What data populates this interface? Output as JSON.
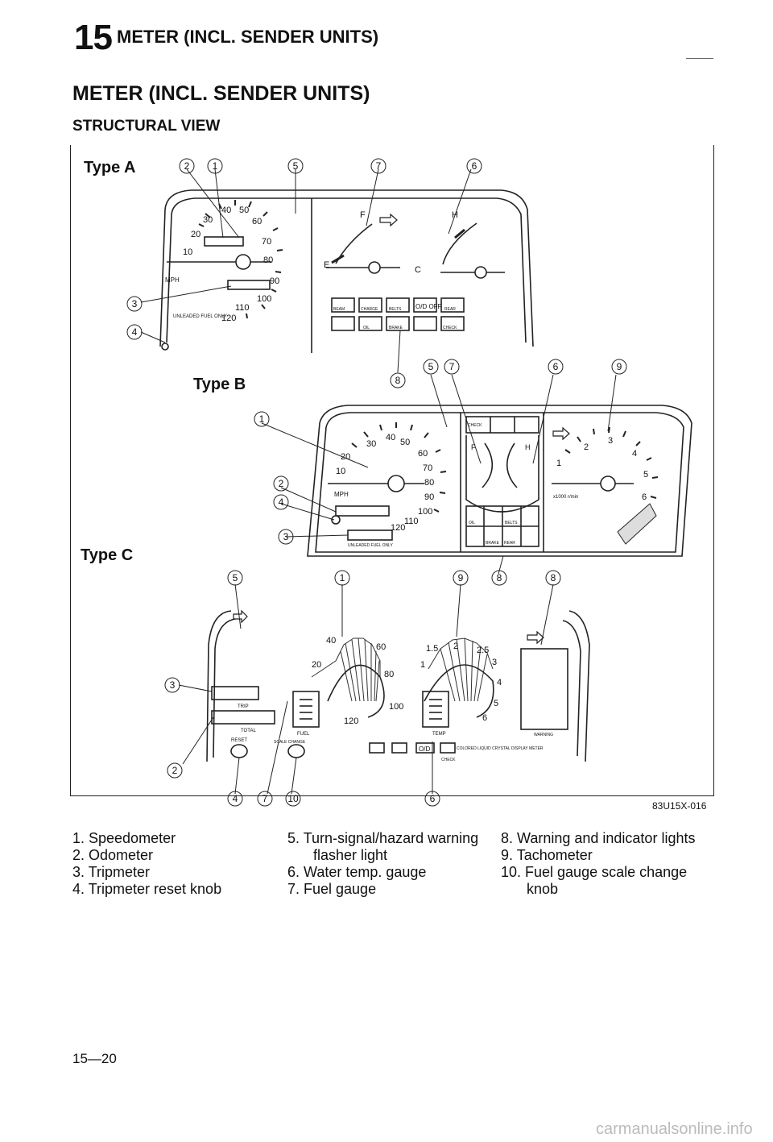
{
  "header": {
    "section_number": "15",
    "section_title": "METER (INCL. SENDER UNITS)"
  },
  "title": "METER (INCL. SENDER UNITS)",
  "subtitle": "STRUCTURAL VIEW",
  "diagram": {
    "type_a_label": "Type A",
    "type_b_label": "Type B",
    "type_c_label": "Type C",
    "figure_code": "83U15X-016",
    "speedo_numbers": [
      "10",
      "20",
      "30",
      "40",
      "50",
      "60",
      "70",
      "80",
      "90",
      "100",
      "110",
      "120"
    ],
    "mph_label": "MPH",
    "unleaded_label": "UNLEADED FUEL ONLY",
    "temp_labels": [
      "H",
      "C"
    ],
    "fuel_labels": [
      "F",
      "E"
    ],
    "tacho_numbers": [
      "1",
      "2",
      "3",
      "4",
      "5",
      "6"
    ],
    "tacho_unit": "x1000 r/min",
    "indicators_row1": [
      "BEAM",
      "CHARGE",
      "BELTS",
      "O/D OFF",
      "REAR"
    ],
    "indicators_row2": [
      "OIL",
      "BRAKE",
      "CHECK"
    ],
    "type_c_speed_numbers": [
      "20",
      "40",
      "60",
      "80",
      "100",
      "120"
    ],
    "type_c_tacho_numbers": [
      "1",
      "1.5",
      "2",
      "2.5",
      "3",
      "4",
      "5",
      "6"
    ],
    "type_c_labels": {
      "trip": "TRIP",
      "total": "TOTAL",
      "reset": "RESET",
      "scale_change": "SCALE CHANGE",
      "fuel": "FUEL",
      "temp": "TEMP",
      "lcd": "COLORED LIQUID CRYSTAL DISPLAY METER",
      "warning": "WARNING",
      "od_off": "O/D",
      "check": "CHECK"
    },
    "callouts": [
      "1",
      "2",
      "3",
      "4",
      "5",
      "6",
      "7",
      "8",
      "9",
      "10"
    ]
  },
  "legend": {
    "col1": [
      "1. Speedometer",
      "2. Odometer",
      "3. Tripmeter",
      "4. Tripmeter reset knob"
    ],
    "col2": [
      "5. Turn-signal/hazard warning",
      "flasher light",
      "6. Water temp. gauge",
      "7. Fuel gauge"
    ],
    "col3": [
      "8. Warning and indicator lights",
      "9. Tachometer",
      "10. Fuel gauge scale change",
      "knob"
    ]
  },
  "page_number": "15—20",
  "footer_site": "carmanualsonline.info"
}
